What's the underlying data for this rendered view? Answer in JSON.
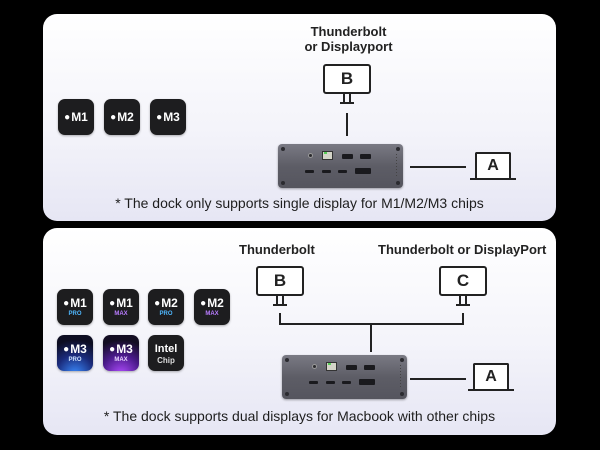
{
  "top_panel": {
    "display_label_line1": "Thunderbolt",
    "display_label_line2": "or Displayport",
    "monitor_b": "B",
    "laptop_a": "A",
    "chips": [
      {
        "name": "M1",
        "logo": "apple-icon"
      },
      {
        "name": "M2",
        "logo": "apple-icon"
      },
      {
        "name": "M3",
        "logo": "apple-icon"
      }
    ],
    "note": "* The dock only supports single display for M1/M2/M3 chips"
  },
  "bottom_panel": {
    "label_b": "Thunderbolt",
    "label_c": "Thunderbolt or DisplayPort",
    "monitor_b": "B",
    "monitor_c": "C",
    "laptop_a": "A",
    "chips": [
      {
        "name": "M1",
        "sub": "PRO",
        "sub_color": "#4fb8ff"
      },
      {
        "name": "M1",
        "sub": "MAX",
        "sub_color": "#b97cff"
      },
      {
        "name": "M2",
        "sub": "PRO",
        "sub_color": "#4fb8ff"
      },
      {
        "name": "M2",
        "sub": "MAX",
        "sub_color": "#b97cff"
      },
      {
        "name": "M3",
        "sub": "PRO",
        "sub_color": "#cfe2ff"
      },
      {
        "name": "M3",
        "sub": "MAX",
        "sub_color": "#e8d4ff"
      },
      {
        "name": "Intel",
        "sub": "Chip",
        "sub_color": "#dddddd"
      }
    ],
    "note": "* The dock supports dual displays for Macbook with other chips"
  },
  "apple_glyph": ""
}
